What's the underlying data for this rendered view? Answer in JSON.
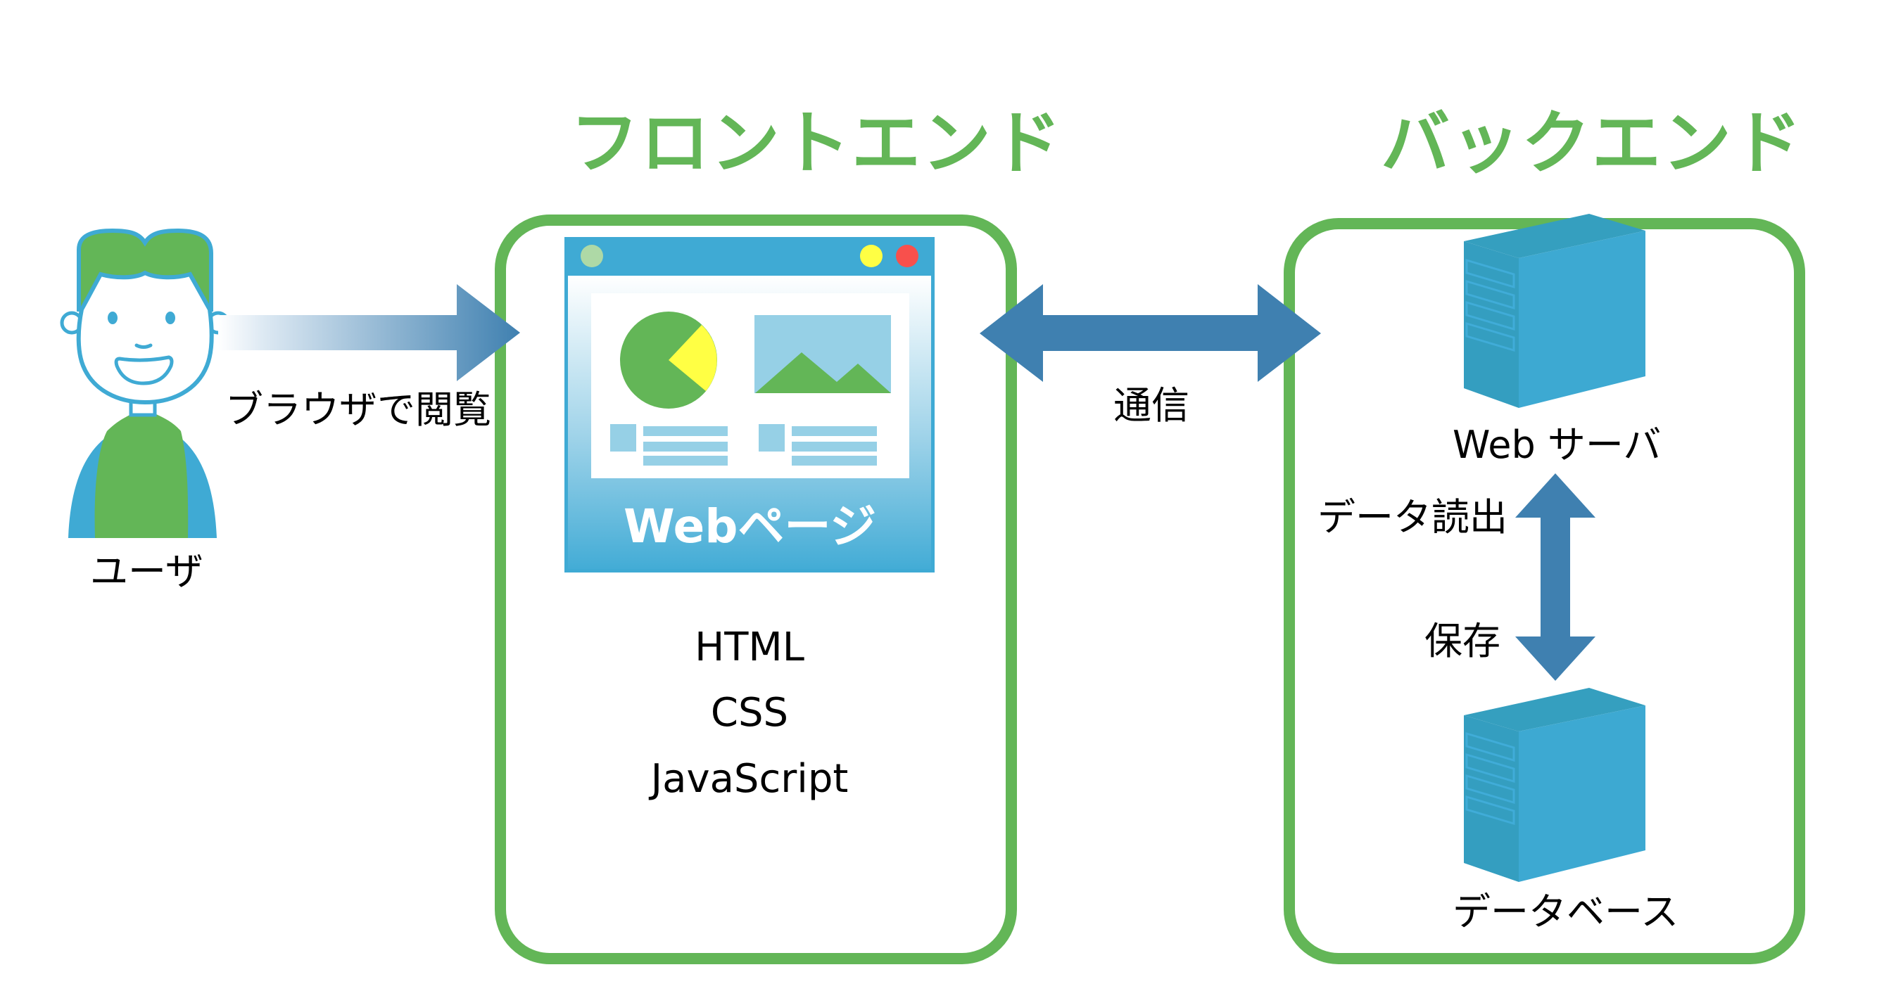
{
  "diagram": {
    "title": "Frontend / Backend web architecture",
    "colors": {
      "green": "#63b657",
      "blue_arrow": "#3f80b0",
      "server_blue": "#3da9d2",
      "server_side": "#359fbf",
      "browser_blue": "#3faad4",
      "light_blue": "#96d0e6",
      "pie_yellow": "#ffff44",
      "dot_green": "#aed9a6",
      "dot_yellow": "#ffff44",
      "dot_red": "#f8504c"
    }
  },
  "user": {
    "label": "ユーザ",
    "icon": "person-icon"
  },
  "arrow_browse": {
    "label": "ブラウザで閲覧",
    "icon": "arrow-right-icon"
  },
  "frontend": {
    "title": "フロントエンド",
    "webpage": {
      "label": "Webページ",
      "icon": "browser-window-icon",
      "window_buttons": [
        "green",
        "yellow",
        "red"
      ],
      "pie_icon": "pie-chart-icon",
      "image_icon": "landscape-image-icon"
    },
    "technologies": [
      "HTML",
      "CSS",
      "JavaScript"
    ]
  },
  "arrow_comm": {
    "label": "通信",
    "icon": "double-arrow-horizontal-icon"
  },
  "backend": {
    "title": "バックエンド",
    "web_server": {
      "label": "Web サーバ",
      "icon": "server-icon"
    },
    "arrow_db": {
      "read_label": "データ読出",
      "save_label": "保存",
      "icon": "double-arrow-vertical-icon"
    },
    "database": {
      "label": "データベース",
      "icon": "server-icon"
    }
  }
}
